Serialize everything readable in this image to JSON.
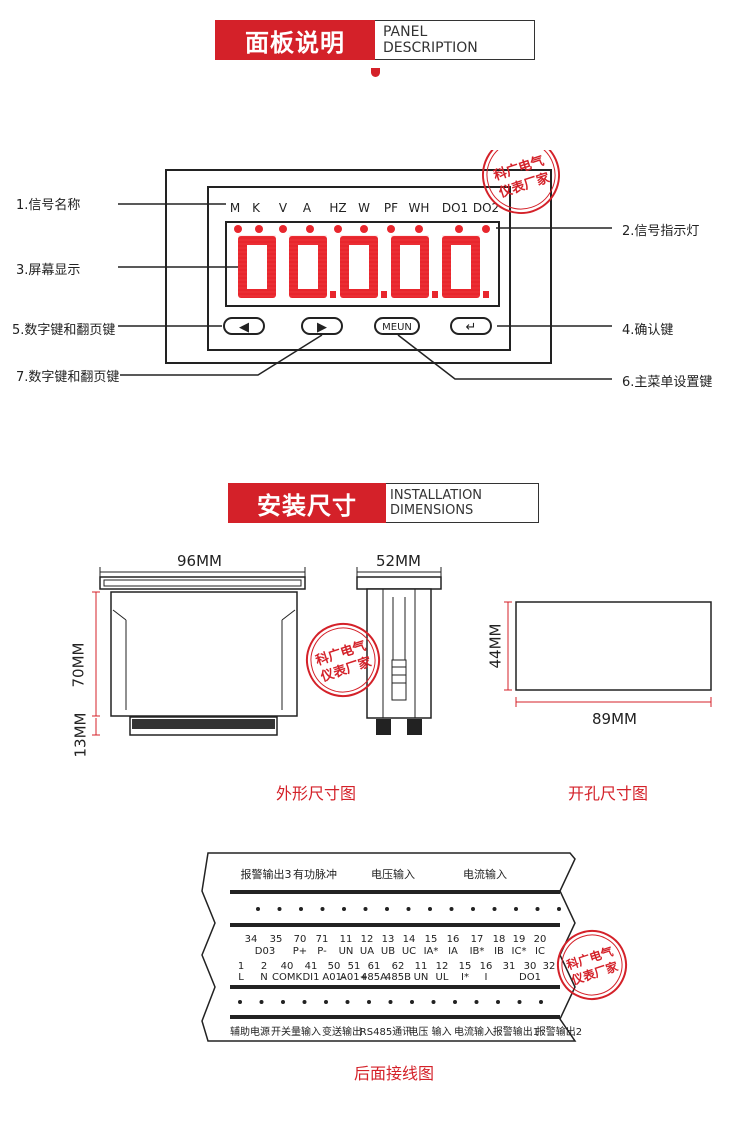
{
  "panel_section": {
    "title_cn": "面板说明",
    "title_en": "PANEL DESCRIPTION",
    "signal_labels": [
      "M",
      "K",
      "V",
      "A",
      "HZ",
      "W",
      "PF",
      "WH",
      "DO1",
      "DO2"
    ],
    "display_digits": "00.0.0.0.",
    "buttons": [
      "◀",
      "▶",
      "MEUN",
      "↵"
    ],
    "callouts": {
      "signal_name": "1.信号名称",
      "signal_light": "2.信号指示灯",
      "screen": "3.屏幕显示",
      "confirm_key": "4.确认键",
      "left_key": "5.数字键和翻页键",
      "menu_key": "6.主菜单设置键",
      "right_key": "7.数字键和翻页键"
    },
    "stamp_line1": "科广电气",
    "stamp_line2": "仪表厂家"
  },
  "install_section": {
    "title_cn": "安装尺寸",
    "title_en": "INSTALLATION DIMENSIONS",
    "dim_width": "96MM",
    "dim_depth": "52MM",
    "dim_height": "70MM",
    "dim_terminal": "13MM",
    "cut_height": "44MM",
    "cut_width": "89MM",
    "caption_outline": "外形尺寸图",
    "caption_cutout": "开孔尺寸图"
  },
  "wiring": {
    "top_groups": [
      "报警输出3",
      "有功脉冲",
      "电压输入",
      "电流输入"
    ],
    "top_numbers": [
      "34",
      "35",
      "70",
      "71",
      "11",
      "12",
      "13",
      "14",
      "15",
      "16",
      "17",
      "18",
      "19",
      "20"
    ],
    "top_names": [
      "D03",
      "",
      "P+",
      "P-",
      "UN",
      "UA",
      "UB",
      "UC",
      "IA*",
      "IA",
      "IB*",
      "IB",
      "IC*",
      "IC"
    ],
    "bottom_numbers": [
      "1",
      "2",
      "40",
      "41",
      "50",
      "51",
      "61",
      "62",
      "11",
      "12",
      "15",
      "16",
      "31",
      "30",
      "32"
    ],
    "bottom_names": [
      "L",
      "N",
      "COMK",
      "DI1",
      "A01-",
      "A01+",
      "485A",
      "485B",
      "UN",
      "UL",
      "I*",
      "I",
      "",
      "DO1",
      ""
    ],
    "bottom_groups": [
      "辅助电源",
      "开关量输入",
      "变送输出",
      "RS485通讯",
      "电压 输入",
      "电流输入",
      "报警输出1",
      "报警输出2"
    ],
    "caption": "后面接线图"
  }
}
